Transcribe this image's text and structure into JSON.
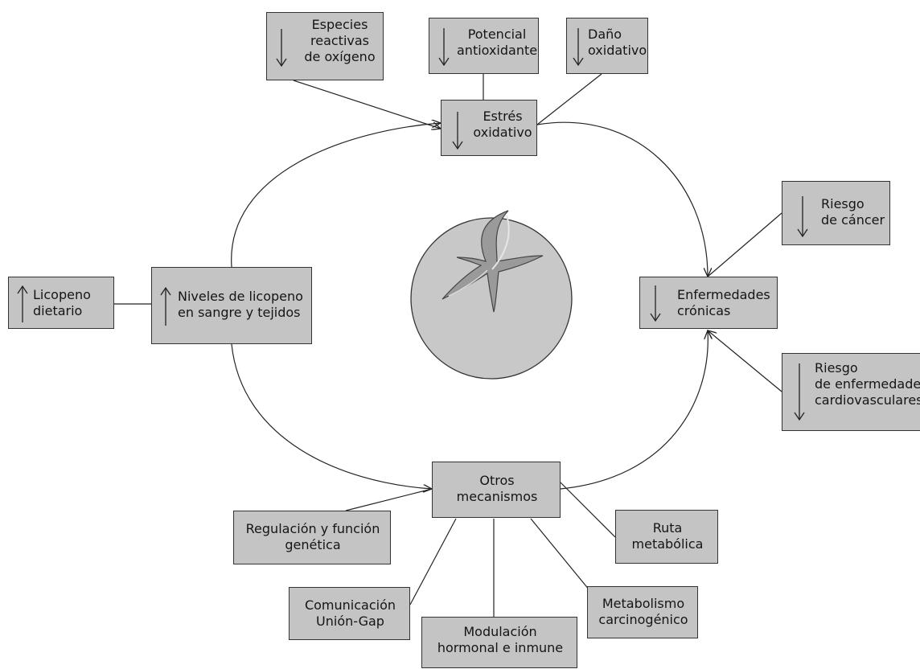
{
  "nodes": {
    "especies": {
      "lines": [
        "Especies",
        "reactivas",
        "de oxígeno"
      ],
      "indicator": "down-arrow-icon"
    },
    "potencial": {
      "lines": [
        "Potencial",
        "antioxidante"
      ],
      "indicator": "down-arrow-icon"
    },
    "dano": {
      "lines": [
        "Daño",
        "oxidativo"
      ],
      "indicator": "down-arrow-icon"
    },
    "estres": {
      "lines": [
        "Estrés",
        "oxidativo"
      ],
      "indicator": "down-arrow-icon"
    },
    "riesgo_cancer": {
      "lines": [
        "Riesgo",
        "de cáncer"
      ],
      "indicator": "down-arrow-icon"
    },
    "licopeno_dietario": {
      "lines": [
        "Licopeno",
        "dietario"
      ],
      "indicator": "up-arrow-icon"
    },
    "niveles": {
      "lines": [
        "Niveles de licopeno",
        "en sangre y tejidos"
      ],
      "indicator": "up-arrow-icon"
    },
    "enfermedades": {
      "lines": [
        "Enfermedades",
        "crónicas"
      ],
      "indicator": "down-arrow-icon"
    },
    "riesgo_cardio": {
      "lines": [
        "Riesgo",
        "de enfermedades",
        "cardiovasculares"
      ],
      "indicator": "down-arrow-icon"
    },
    "otros": {
      "lines": [
        "Otros",
        "mecanismos"
      ]
    },
    "regulacion": {
      "lines": [
        "Regulación y función",
        "genética"
      ]
    },
    "ruta": {
      "lines": [
        "Ruta",
        "metabólica"
      ]
    },
    "comunicacion": {
      "lines": [
        "Comunicación",
        "Unión-Gap"
      ]
    },
    "metabolismo": {
      "lines": [
        "Metabolismo",
        "carcinogénico"
      ]
    },
    "modulacion": {
      "lines": [
        "Modulación",
        "hormonal e inmune"
      ]
    }
  },
  "center_image": "tomato-icon",
  "colors": {
    "box_fill": "#c4c4c4",
    "tomato_fill": "#c8c8c8",
    "line": "#222222"
  }
}
